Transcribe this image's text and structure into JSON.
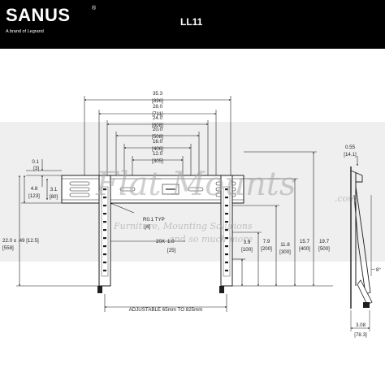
{
  "header": {
    "brand": "SANUS",
    "registered": "®",
    "byline": "A brand of Legrand",
    "model": "LL11"
  },
  "watermark": {
    "logo": "Flat Mounts",
    "domain": ".com",
    "tagline_1": "Furniture, Mounting Solutions",
    "tagline_2": "and so much more"
  },
  "dimensions": {
    "w_35_3": "35.3",
    "w_35_3_mm": "[896]",
    "w_28_0": "28.0",
    "w_28_0_mm": "[711]",
    "w_24_0": "24.0",
    "w_24_0_mm": "[608]",
    "w_20_0": "20.0",
    "w_20_0_mm": "[508]",
    "w_16_0": "16.0",
    "w_16_0_mm": "[406]",
    "w_12_0": "12.0",
    "w_12_0_mm": "[305]",
    "left_0_1": "0.1",
    "left_0_1_mm": "[3]",
    "left_4_8": "4.8",
    "left_4_8_mm": "[123]",
    "left_3_1": "3.1",
    "left_3_1_mm": "[80]",
    "left_22_0": "22.0 ± .49 [12.5]",
    "left_22_0_mm": "[558]",
    "r0_1_typ": "R0.1 TYP",
    "r0_1_typ_mm": "[4]",
    "slot_20x": "20X",
    "slot_1_0": "1.0",
    "slot_1_0_mm": "[25]",
    "h_3_9": "3.9",
    "h_3_9_mm": "[100]",
    "h_7_9": "7.9",
    "h_7_9_mm": "[200]",
    "h_11_8": "11.8",
    "h_11_8_mm": "[300]",
    "h_15_7": "15.7",
    "h_15_7_mm": "[400]",
    "h_19_7": "19.7",
    "h_19_7_mm": "[500]",
    "side_0_55": "0.55",
    "side_0_55_mm": "[14.1]",
    "tilt": "8°",
    "depth_3_08": "3.08",
    "depth_3_08_mm": "[78.3]",
    "adjustable": "ADJUSTABLE 65mm TO 825mm"
  }
}
